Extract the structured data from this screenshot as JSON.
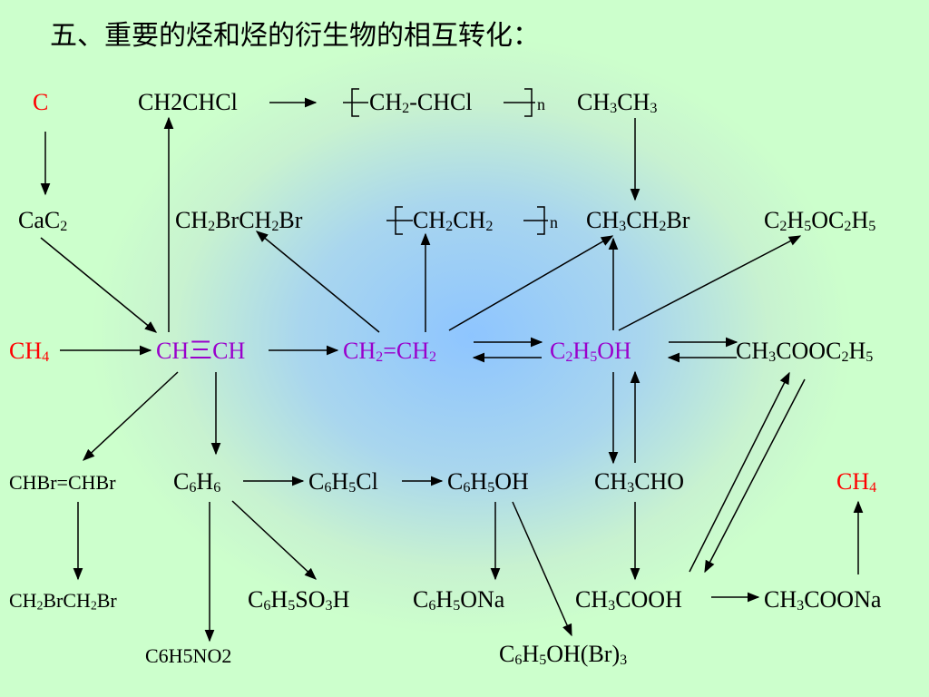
{
  "title": "五、重要的烃和烃的衍生物的相互转化：",
  "nodes": {
    "c": [
      {
        "t": "C"
      }
    ],
    "ch2chcl": [
      {
        "t": "CH2CHCl"
      }
    ],
    "pvc": [
      {
        "t": "CH"
      },
      {
        "s": "2"
      },
      {
        "t": "-CHCl"
      }
    ],
    "pvc_n": "n",
    "ethane": [
      {
        "t": "CH"
      },
      {
        "s": "3"
      },
      {
        "t": "CH"
      },
      {
        "s": "3"
      }
    ],
    "cac2": [
      {
        "t": "CaC"
      },
      {
        "s": "2"
      }
    ],
    "dibromoethane": [
      {
        "t": "CH"
      },
      {
        "s": "2"
      },
      {
        "t": "BrCH"
      },
      {
        "s": "2"
      },
      {
        "t": "Br"
      }
    ],
    "pe": [
      {
        "t": "CH"
      },
      {
        "s": "2"
      },
      {
        "t": "CH"
      },
      {
        "s": "2"
      }
    ],
    "pe_n": "n",
    "bromoethane": [
      {
        "t": "CH"
      },
      {
        "s": "3"
      },
      {
        "t": "CH"
      },
      {
        "s": "2"
      },
      {
        "t": "Br"
      }
    ],
    "ether": [
      {
        "t": "C"
      },
      {
        "s": "2"
      },
      {
        "t": "H"
      },
      {
        "s": "5"
      },
      {
        "t": "OC"
      },
      {
        "s": "2"
      },
      {
        "t": "H"
      },
      {
        "s": "5"
      }
    ],
    "ch4_left": [
      {
        "t": "CH"
      },
      {
        "s": "4"
      }
    ],
    "acetylene": [
      {
        "t": "CH三CH"
      }
    ],
    "ethylene": [
      {
        "t": "CH"
      },
      {
        "s": "2"
      },
      {
        "t": "=CH"
      },
      {
        "s": "2"
      }
    ],
    "ethanol": [
      {
        "t": "C"
      },
      {
        "s": "2"
      },
      {
        "t": "H"
      },
      {
        "s": "5"
      },
      {
        "t": "OH"
      }
    ],
    "ester": [
      {
        "t": "CH"
      },
      {
        "s": "3"
      },
      {
        "t": "COOC"
      },
      {
        "s": "2"
      },
      {
        "t": "H"
      },
      {
        "s": "5"
      }
    ],
    "chbr": [
      {
        "t": "CHBr=CHBr"
      }
    ],
    "benzene": [
      {
        "t": "C"
      },
      {
        "s": "6"
      },
      {
        "t": "H"
      },
      {
        "s": "6"
      }
    ],
    "chlorobenzene": [
      {
        "t": "C"
      },
      {
        "s": "6"
      },
      {
        "t": "H"
      },
      {
        "s": "5"
      },
      {
        "t": "Cl"
      }
    ],
    "phenol": [
      {
        "t": "C"
      },
      {
        "s": "6"
      },
      {
        "t": "H"
      },
      {
        "s": "5"
      },
      {
        "t": "OH"
      }
    ],
    "acetaldehyde": [
      {
        "t": "CH"
      },
      {
        "s": "3"
      },
      {
        "t": "CHO"
      }
    ],
    "ch4_right": [
      {
        "t": "CH"
      },
      {
        "s": "4"
      }
    ],
    "tetrabromoethane": [
      {
        "t": "CH"
      },
      {
        "s": "2"
      },
      {
        "t": "BrCH"
      },
      {
        "s": "2"
      },
      {
        "t": "Br"
      }
    ],
    "sulfonic": [
      {
        "t": "C"
      },
      {
        "s": "6"
      },
      {
        "t": "H"
      },
      {
        "s": "5"
      },
      {
        "t": "SO"
      },
      {
        "s": "3"
      },
      {
        "t": "H"
      }
    ],
    "phenoxide": [
      {
        "t": "C"
      },
      {
        "s": "6"
      },
      {
        "t": "H"
      },
      {
        "s": "5"
      },
      {
        "t": "ONa"
      }
    ],
    "acetic": [
      {
        "t": "CH"
      },
      {
        "s": "3"
      },
      {
        "t": "COOH"
      }
    ],
    "acetate": [
      {
        "t": "CH"
      },
      {
        "s": "3"
      },
      {
        "t": "COONa"
      }
    ],
    "nitrobenzene": [
      {
        "t": "C6H5NO2"
      }
    ],
    "tribromophenol": [
      {
        "t": "C"
      },
      {
        "s": "6"
      },
      {
        "t": "H"
      },
      {
        "s": "5"
      },
      {
        "t": "OH(Br)"
      },
      {
        "s": "3"
      }
    ]
  },
  "colors": {
    "red": "#ff0000",
    "purple": "#9900cc",
    "arrow": "#000000"
  }
}
